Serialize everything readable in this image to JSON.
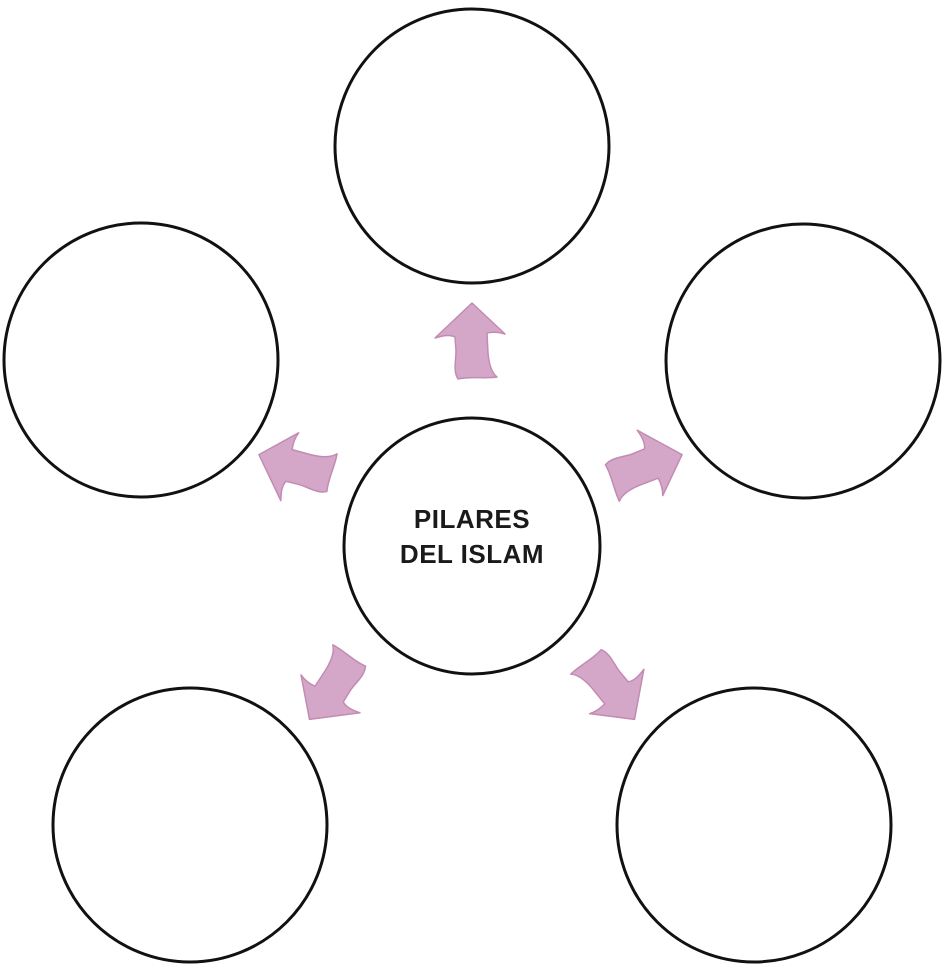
{
  "diagram": {
    "center": {
      "title_line1": "PILARES",
      "title_line2": "DEL ISLAM"
    },
    "pillars": [
      {
        "id": "top",
        "label": ""
      },
      {
        "id": "upper-right",
        "label": ""
      },
      {
        "id": "lower-right",
        "label": ""
      },
      {
        "id": "lower-left",
        "label": ""
      },
      {
        "id": "upper-left",
        "label": ""
      }
    ],
    "colors": {
      "arrow_fill": "#d4a7c8",
      "arrow_stroke": "#c28bb3",
      "circle_stroke": "#111111",
      "text": "#1a1a1a"
    }
  }
}
